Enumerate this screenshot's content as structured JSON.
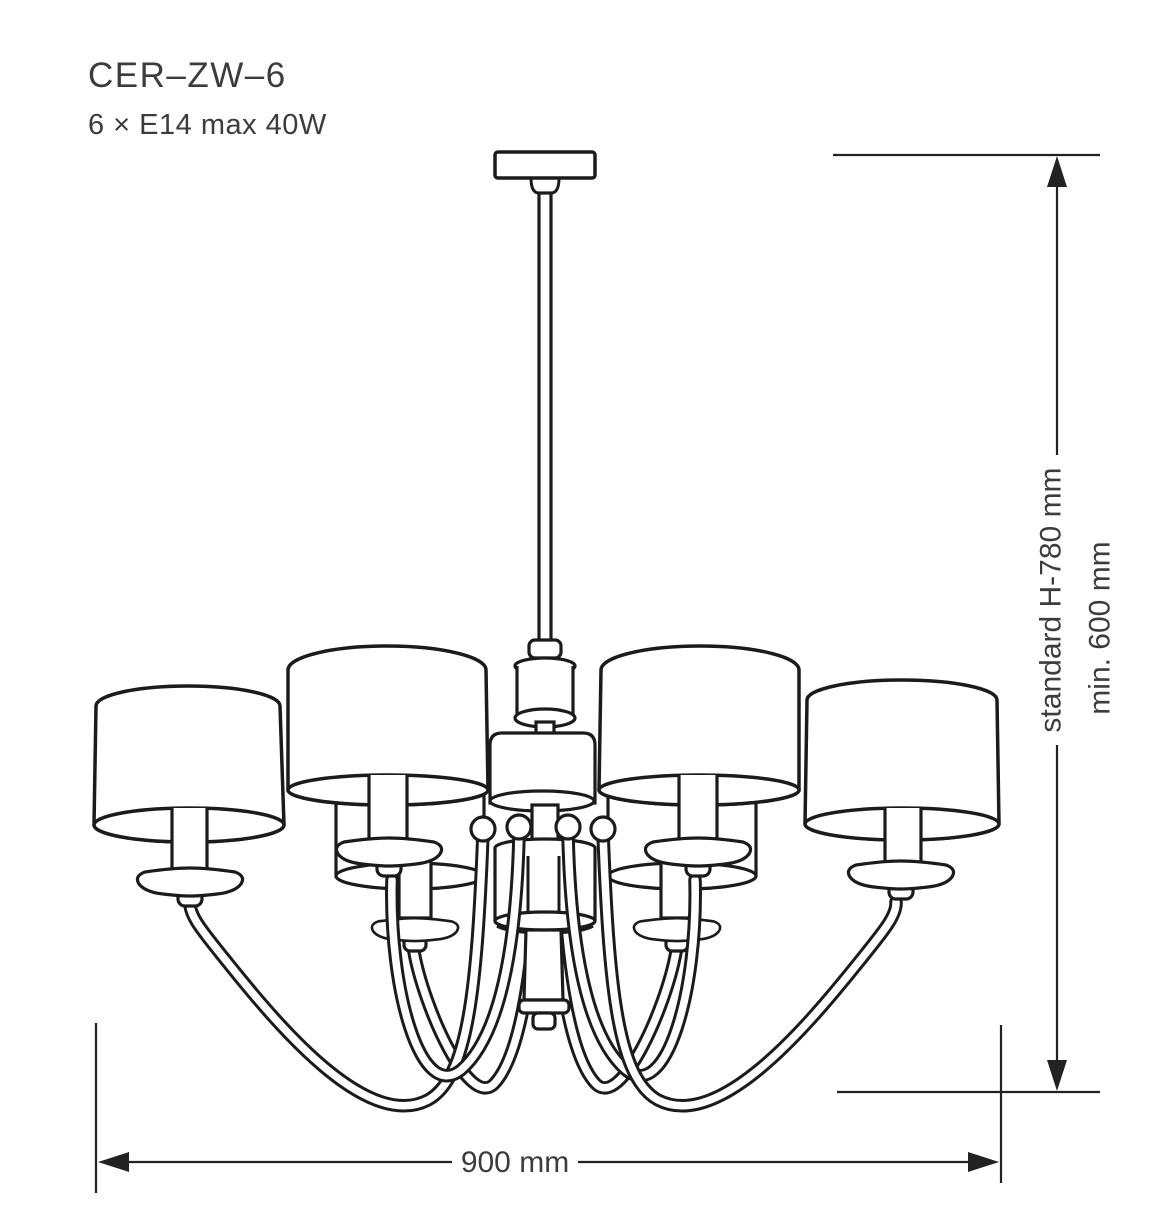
{
  "header": {
    "product_code": "CER–ZW–6",
    "lamp_spec": "6 × E14 max 40W"
  },
  "dimensions": {
    "height_standard_label": "standard H-780 mm",
    "height_min_label": "min. 600 mm",
    "width_label": "900 mm"
  },
  "drawing": {
    "subject": "6-arm chandelier with drum shades, front-view technical line drawing"
  },
  "colors": {
    "background": "#ffffff",
    "line": "#1b1b1b",
    "dimension_line": "#222222",
    "text": "#3c3c3c"
  }
}
